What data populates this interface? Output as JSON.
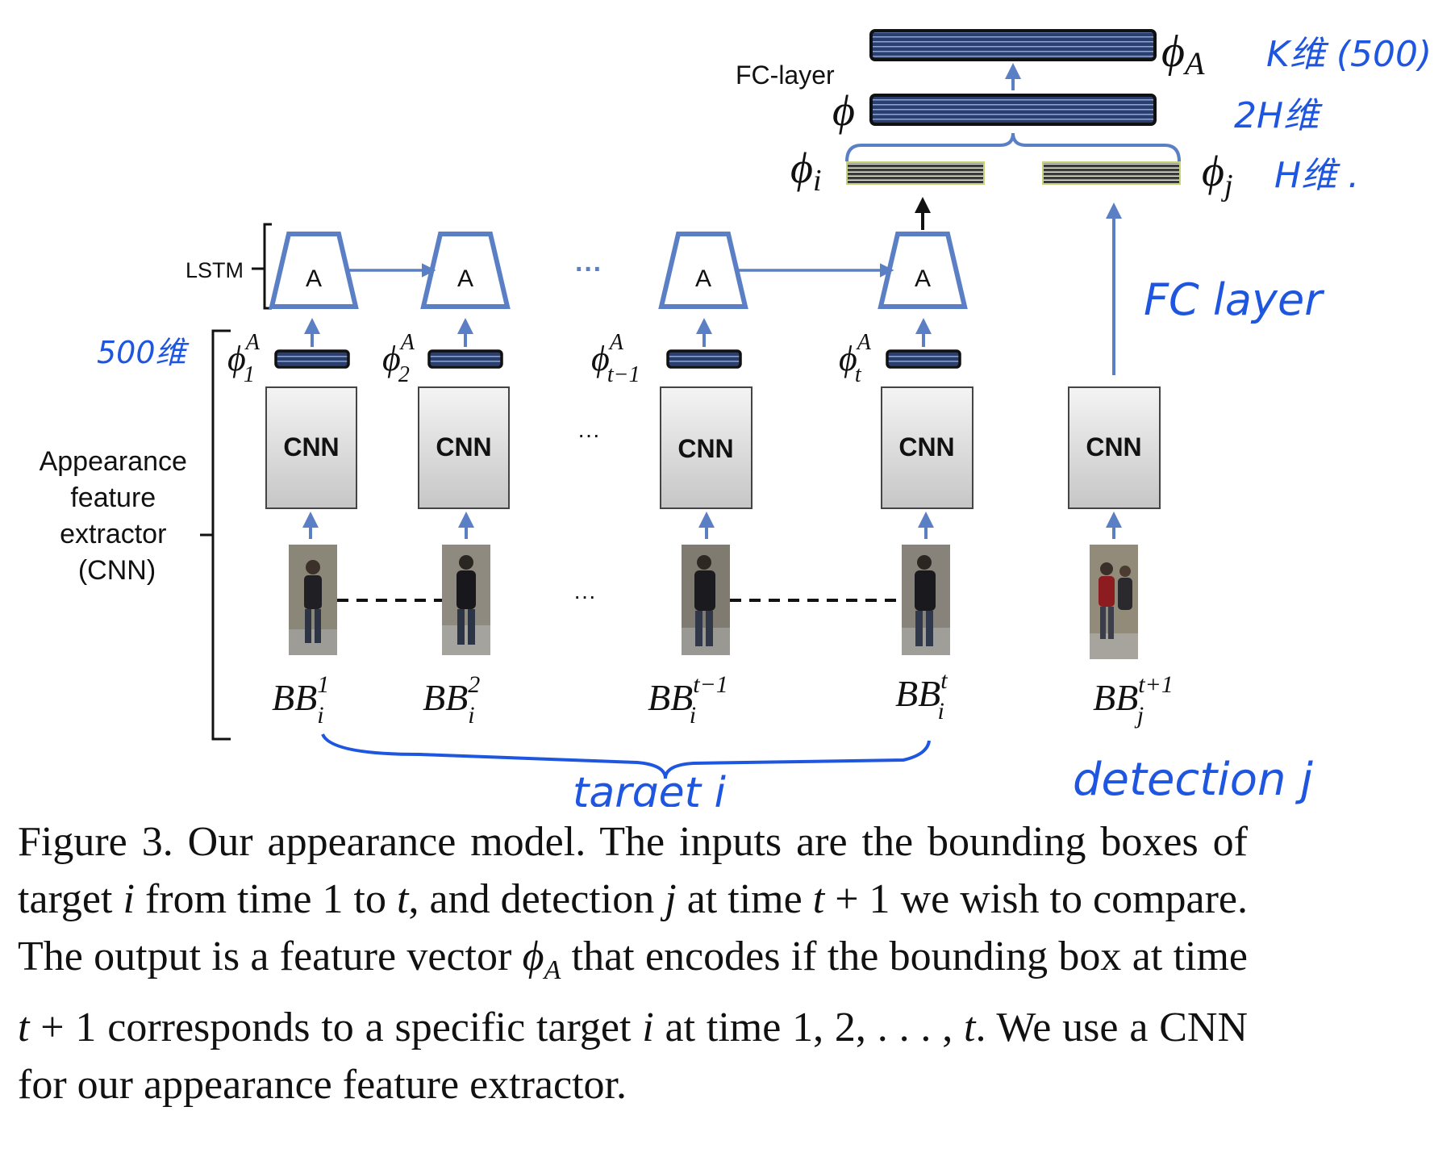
{
  "lstm_label": "LSTM",
  "cell_label": "A",
  "ellipsis": "···",
  "cnn_label": "CNN",
  "fc_layer_label": "FC-layer",
  "extractor_label": [
    "Appearance",
    "feature",
    "extractor",
    "(CNN)"
  ],
  "phi_a_symbols": [
    {
      "base": "ϕ",
      "sup": "A",
      "sub": "1"
    },
    {
      "base": "ϕ",
      "sup": "A",
      "sub": "2"
    },
    {
      "base": "ϕ",
      "sup": "A",
      "sub": "t−1"
    },
    {
      "base": "ϕ",
      "sup": "A",
      "sub": "t"
    }
  ],
  "bb_labels": [
    {
      "base": "BB",
      "sup": "1",
      "sub": "i"
    },
    {
      "base": "BB",
      "sup": "2",
      "sub": "i"
    },
    {
      "base": "BB",
      "sup": "t−1",
      "sub": "i"
    },
    {
      "base": "BB",
      "sup": "t",
      "sub": "i"
    },
    {
      "base": "BB",
      "sup": "t+1",
      "sub": "j"
    }
  ],
  "phi_top": {
    "base": "ϕ",
    "sub": "A"
  },
  "phi_mid": "ϕ",
  "phi_i": {
    "base": "ϕ",
    "sub": "i"
  },
  "phi_j": {
    "base": "ϕ",
    "sub": "j"
  },
  "handwritten": {
    "k_dim": "K维 (500)",
    "two_h_dim": "2H维",
    "h_dim": "H维 .",
    "fc_layer": "FC layer",
    "dim_500": "500维",
    "target_i": "target i",
    "detection_j": "detection j"
  },
  "caption": {
    "p1": "Figure 3. Our appearance model. The inputs are the bounding boxes of target ",
    "v_i": "i",
    "p2": " from time 1 to ",
    "v_t": "t",
    "p3": ", and detection ",
    "v_j": "j",
    "p4": " at time ",
    "v_t1": "t",
    "p5": " + 1 we wish to compare. The output is a feature vector ",
    "v_phi": "ϕ",
    "v_phi_sub": "A",
    "p6": " that encodes if the bounding box at time ",
    "v_t2": "t",
    "p7": " + 1 corresponds to a specific target ",
    "v_i2": "i",
    "p8": " at time 1, 2, . . . , ",
    "v_t3": "t",
    "p9": ". We use a CNN for our appearance feature extractor."
  },
  "colors": {
    "node_blue": "#5b7fc5",
    "vector_navy": "#2e4577",
    "ink_blue": "#1f56e0",
    "cnn_gray": "#d8d8d8"
  }
}
